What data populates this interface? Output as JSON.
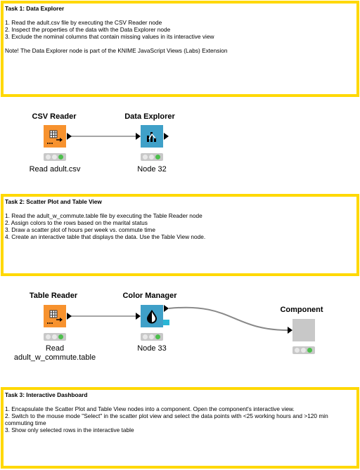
{
  "annotations": {
    "task1": {
      "title": "Task 1: Data Explorer",
      "lines": [
        "1. Read the adult.csv file by executing the CSV Reader node",
        "2. Inspect the properties of the data with the Data Explorer node",
        "3. Exclude the nominal columns that contain missing values in its interactive view"
      ],
      "note": "Note! The Data Explorer node is part of the KNIME JavaScript Views (Labs) Extension"
    },
    "task2": {
      "title": "Task 2: Scatter Plot and Table View",
      "lines": [
        "1. Read the adult_w_commute.table file by executing the Table Reader node",
        "2. Assign colors to the rows based on the marital status",
        "3. Draw a scatter plot of hours per week vs. commute time",
        "4. Create an interactive table that displays the data. Use the Table View node."
      ]
    },
    "task3": {
      "title": "Task 3: Interactive Dashboard",
      "lines": [
        "1. Encapsulate the Scatter Plot and Table View nodes into a component. Open the component's interactive view.",
        "2. Switch to the mouse mode \"Select\" in the scatter plot view and select the data points with <25 working hours and >120 min commuting time",
        "3. Show only selected rows in the interactive table"
      ]
    }
  },
  "nodes": {
    "csv_reader": {
      "name": "CSV Reader",
      "caption": "Read adult.csv",
      "color": "#f7922e",
      "icon": "table-arrow-icon"
    },
    "data_explorer": {
      "name": "Data Explorer",
      "caption": "Node 32",
      "color": "#3fa0c8",
      "icon": "bar-chart-icon"
    },
    "table_reader": {
      "name": "Table Reader",
      "caption_line1": "Read",
      "caption_line2": "adult_w_commute.table",
      "color": "#f7922e",
      "icon": "table-arrow-icon"
    },
    "color_manager": {
      "name": "Color Manager",
      "caption": "Node 33",
      "color": "#3fa0c8",
      "icon": "drop-icon"
    },
    "component": {
      "name": "Component",
      "caption": "",
      "color": "#c8c8c8",
      "icon": "component-icon"
    }
  },
  "colors": {
    "annotation_border": "#ffd800",
    "status_ok": "#4dbf4d",
    "connection": "#888888"
  }
}
